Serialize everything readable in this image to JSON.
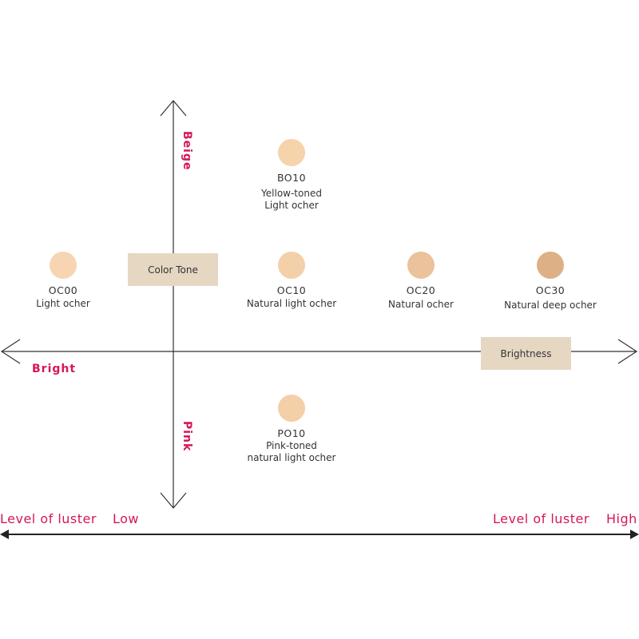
{
  "axes": {
    "vertical": {
      "top_label": "Beige",
      "bottom_label": "Pink",
      "box_label": "Color Tone"
    },
    "horizontal": {
      "left_label": "Bright",
      "box_label": "Brightness"
    },
    "luster": {
      "left_label": "Level of luster",
      "left_value": "Low",
      "right_label": "Level of luster",
      "right_value": "High"
    }
  },
  "shades": [
    {
      "code": "BO10",
      "desc_line1": "Yellow-toned",
      "desc_line2": "Light ocher",
      "color": "#f5d3ab"
    },
    {
      "code": "OC00",
      "desc_line1": "Light ocher",
      "desc_line2": "",
      "color": "#f7d4b2"
    },
    {
      "code": "OC10",
      "desc_line1": "Natural light ocher",
      "desc_line2": "",
      "color": "#f3cfaa"
    },
    {
      "code": "OC20",
      "desc_line1": "Natural ocher",
      "desc_line2": "",
      "color": "#ebc29b"
    },
    {
      "code": "OC30",
      "desc_line1": "Natural deep ocher",
      "desc_line2": "",
      "color": "#ddb185"
    },
    {
      "code": "PO10",
      "desc_line1": "Pink-toned",
      "desc_line2": "natural light ocher",
      "color": "#f5cfa8"
    }
  ],
  "colors": {
    "accent": "#d6165a",
    "axis_box": "#e6d7c3",
    "axis_line": "#333333"
  }
}
